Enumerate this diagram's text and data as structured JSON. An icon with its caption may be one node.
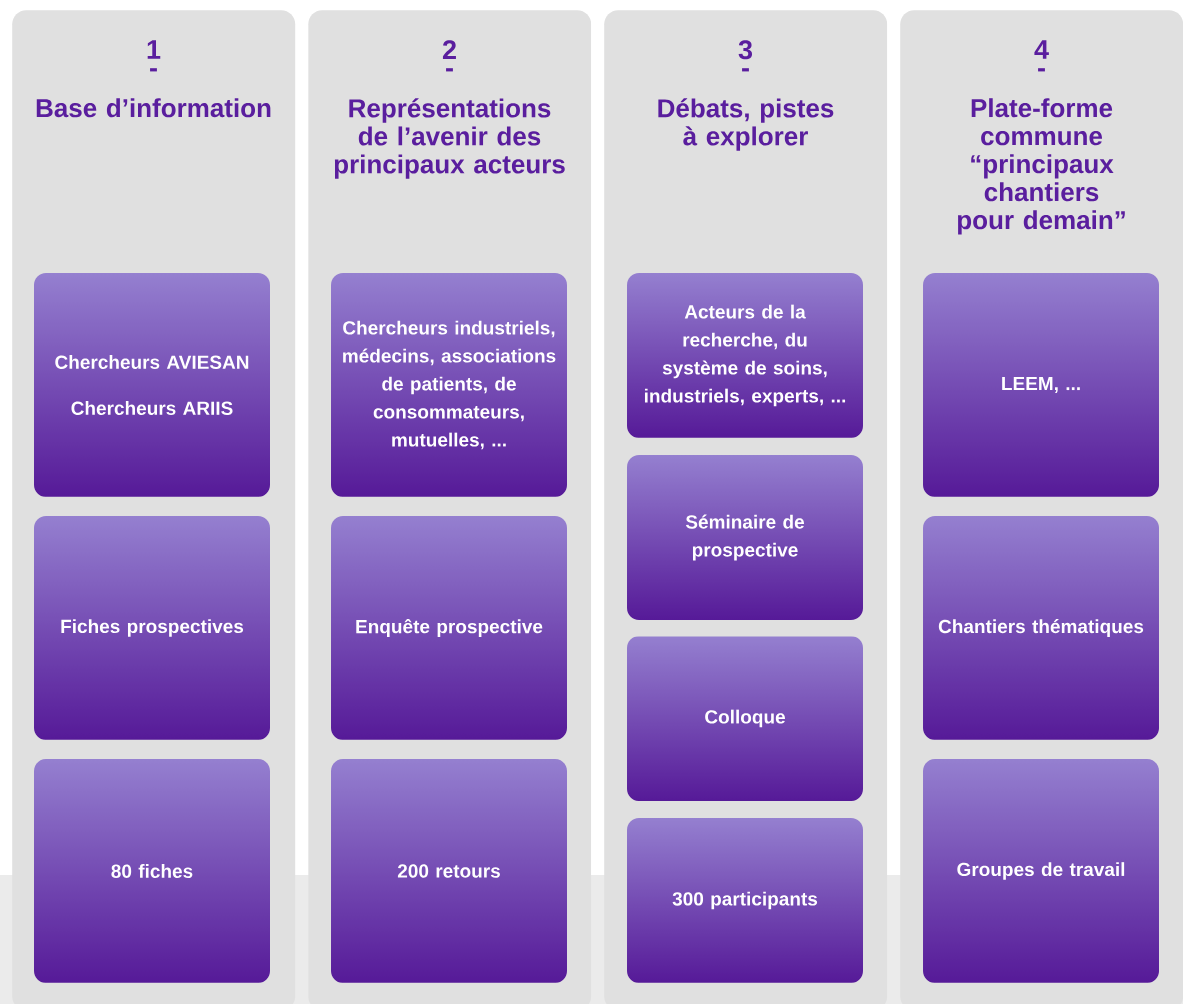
{
  "diagram": {
    "nodes": [
      {
        "text": [
          "1",
          "-",
          "Base d’information"
        ]
      },
      {
        "text": [
          "Chercheurs AVIESAN",
          "Chercheurs ARIIS"
        ],
        "in": 0
      },
      {
        "text": [
          "Fiches prospectives"
        ],
        "in": 0
      },
      {
        "text": [
          "80 fiches"
        ],
        "in": 0
      },
      {
        "text": [
          "2",
          "-",
          "Représentations de l’avenir des principaux acteurs"
        ]
      },
      {
        "text": [
          "Chercheurs industriels, médecins, associations de patients, de consommateurs, mutuelles, ..."
        ],
        "in": 4
      },
      {
        "text": [
          "Enquête prospective"
        ],
        "in": 4
      },
      {
        "text": [
          "200 retours"
        ],
        "in": 4
      },
      {
        "text": [
          "3",
          "-",
          "Débats, pistes à explorer"
        ]
      },
      {
        "text": [
          "Acteurs de la recherche, du système de soins, industriels, experts, ..."
        ],
        "in": 8
      },
      {
        "text": [
          "Séminaire de prospective"
        ],
        "in": 8
      },
      {
        "text": [
          "Colloque"
        ],
        "in": 8
      },
      {
        "text": [
          "300 participants"
        ],
        "in": 8
      },
      {
        "text": [
          "4",
          "-",
          "Plate-forme commune “principaux chantiers pour demain”"
        ]
      },
      {
        "text": [
          "LEEM, ..."
        ],
        "in": 13
      },
      {
        "text": [
          "Chantiers thématiques"
        ],
        "in": 13
      },
      {
        "text": [
          "Groupes de travail"
        ],
        "in": 13
      }
    ]
  }
}
